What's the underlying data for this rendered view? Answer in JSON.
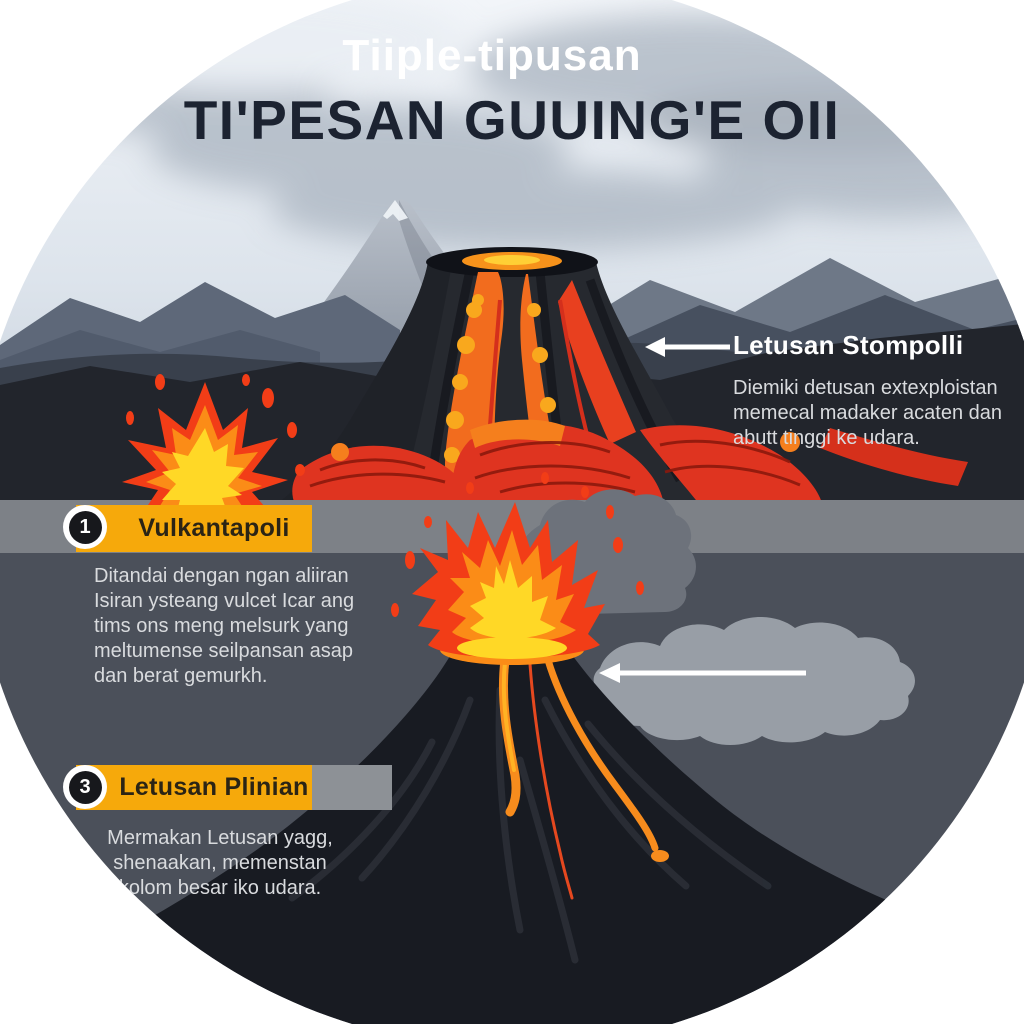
{
  "header": {
    "subtitle": "Tiiple-tipusan",
    "title": "TI'PESAN GUUING'E OII"
  },
  "stromboli": {
    "label": "Letusan Stompolli",
    "lines": [
      "Diemiki detusan extexploistan",
      "memecal madaker acaten dan",
      "abutt tinggi ke udara."
    ]
  },
  "sections": [
    {
      "number": "1",
      "label": "Vulkantapoli",
      "lines": [
        "Ditandai dengan ngan aliiran",
        "Isiran ysteang vulcet Icar ang",
        "tims ons meng melsurk yang",
        "meltumense seilpansan asap",
        "dan berat gemurkh."
      ]
    },
    {
      "number": "3",
      "label": "Letusan Plinian",
      "lines": [
        "Mermakan Letusan yagg,",
        "shenaakan, memenstan",
        "kolom besar iko udara."
      ]
    }
  ],
  "icons": {
    "arrow_upper": "arrow-left-icon",
    "arrow_lower": "arrow-left-icon",
    "flame_burst": "flame-icon",
    "eruption_flame": "flame-icon"
  },
  "colors": {
    "banner_yellow": "#f6a90b",
    "band_gray": "#7d8187",
    "background_gray": "#4b505a",
    "flame_red": "#f23d17",
    "flame_orange": "#fb8c17",
    "flame_yellow": "#ffd826",
    "lava_red": "#df3420",
    "lava_orange": "#f26c1e",
    "title_dark": "#1c2331",
    "text_light": "#d9dbde"
  }
}
